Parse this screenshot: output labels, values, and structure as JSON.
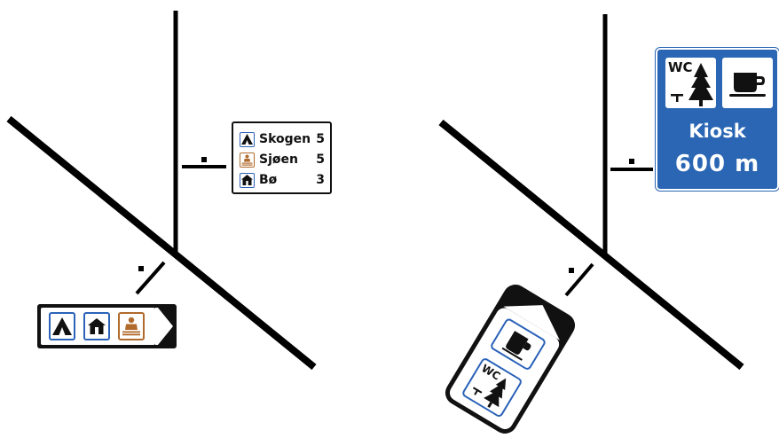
{
  "direction_sign": {
    "rows": [
      {
        "icon": "tent-icon",
        "name": "Skogen",
        "distance": "5"
      },
      {
        "icon": "swimmer-icon",
        "name": "Sjøen",
        "distance": "5"
      },
      {
        "icon": "cabin-icon",
        "name": "Bø",
        "distance": "3"
      }
    ]
  },
  "arrow_sign": {
    "icons": [
      "tent-icon",
      "cabin-icon",
      "swimmer-icon"
    ]
  },
  "service_sign": {
    "wc_label": "WC",
    "name": "Kiosk",
    "distance": "600 m",
    "color": "#2a66b4"
  },
  "rotated_sign": {
    "wc_label": "WC",
    "icons": [
      "wc-rest-area-icon",
      "kiosk-cup-icon"
    ]
  },
  "colors": {
    "road": "#000000",
    "pictogram_blue": "#2a62b8",
    "pictogram_brown": "#b06a2c"
  }
}
